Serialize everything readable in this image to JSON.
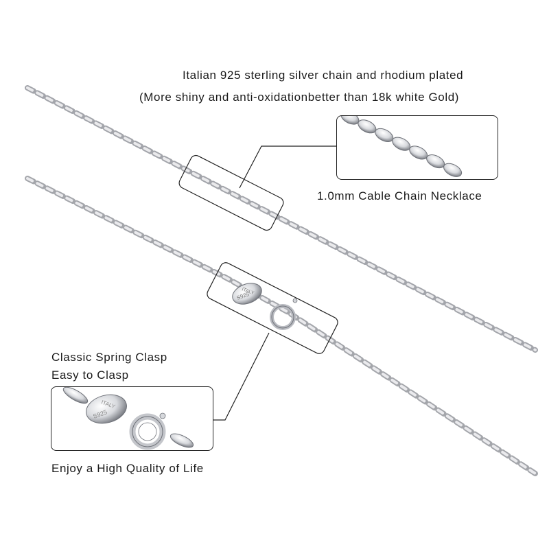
{
  "product": {
    "headline": "Italian 925 sterling silver chain and rhodium plated",
    "subheadline": "(More shiny and anti-oxidationbetter than 18k white Gold)",
    "chain_callout_label": "1.0mm Cable Chain Necklace",
    "clasp_callout_title": "Classic Spring Clasp",
    "clasp_callout_subtitle": "Easy to Clasp",
    "footer_tagline": "Enjoy a High Quality of Life",
    "tag_stamp_top": "ITALY",
    "tag_stamp_bottom": "S925"
  },
  "colors": {
    "background": "#ffffff",
    "text": "#1a1a1a",
    "callout_line": "#222222",
    "silver_light": "#f4f4f6",
    "silver_mid": "#c9cbd0",
    "silver_dark": "#6e7178"
  }
}
